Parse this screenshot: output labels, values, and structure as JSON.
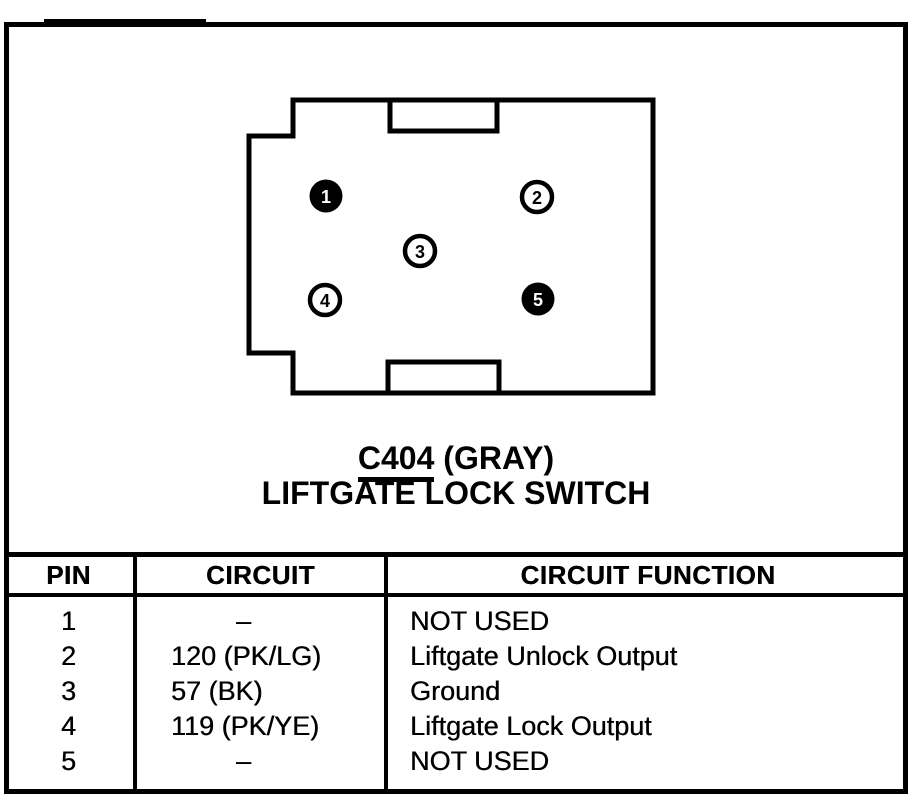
{
  "colors": {
    "ink": "#000000",
    "paper": "#ffffff"
  },
  "connector": {
    "id": "C404",
    "color_note": "(GRAY)",
    "name": "LIFTGATE LOCK SWITCH",
    "pins": [
      {
        "label": "1",
        "filled": true
      },
      {
        "label": "2",
        "filled": false
      },
      {
        "label": "3",
        "filled": false
      },
      {
        "label": "4",
        "filled": false
      },
      {
        "label": "5",
        "filled": true
      }
    ]
  },
  "table": {
    "headers": {
      "pin": "PIN",
      "circuit": "CIRCUIT",
      "function": "CIRCUIT FUNCTION"
    },
    "rows": [
      {
        "pin": "1",
        "circuit": "–",
        "function": "NOT USED"
      },
      {
        "pin": "2",
        "circuit": "120 (PK/LG)",
        "function": "Liftgate Unlock Output"
      },
      {
        "pin": "3",
        "circuit": "57 (BK)",
        "function": "Ground"
      },
      {
        "pin": "4",
        "circuit": "119 (PK/YE)",
        "function": "Liftgate Lock Output"
      },
      {
        "pin": "5",
        "circuit": "–",
        "function": "NOT USED"
      }
    ]
  }
}
